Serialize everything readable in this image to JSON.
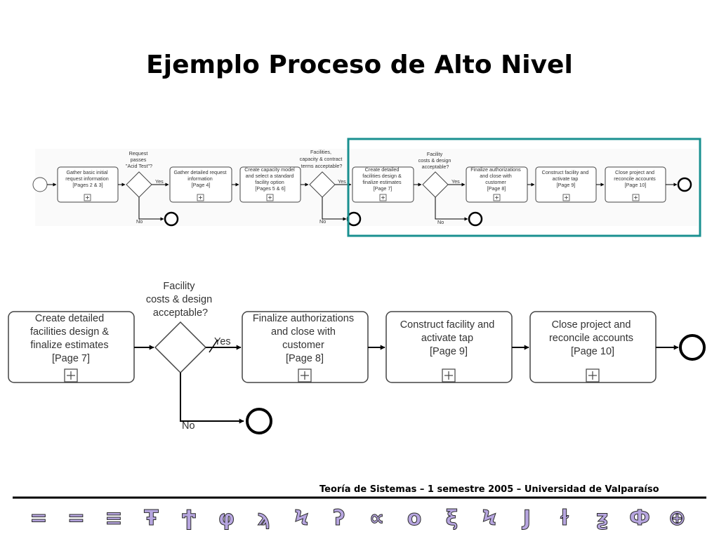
{
  "slide": {
    "title": "Ejemplo Proceso de Alto Nivel",
    "footer": "Teoría de Sistemas – 1 semestre 2005 – Universidad de Valparaíso"
  },
  "overview": {
    "tasks": [
      {
        "lines": [
          "Gather basic initial",
          "request information",
          "[Pages 2 & 3]"
        ]
      },
      {
        "lines": [
          "Gather detailed request",
          "information",
          "[Page 4]"
        ]
      },
      {
        "lines": [
          "Create capacity model",
          "and select a standard",
          "facility option",
          "[Pages 5 & 6]"
        ]
      },
      {
        "lines": [
          "Create detailed",
          "facilities design &",
          "finalize estimates",
          "[Page 7]"
        ]
      },
      {
        "lines": [
          "Finalize authorizations",
          "and close with",
          "customer",
          "[Page 8]"
        ]
      },
      {
        "lines": [
          "Construct facility and",
          "activate tap",
          "[Page 9]"
        ]
      },
      {
        "lines": [
          "Close project and",
          "reconcile accounts",
          "[Page 10]"
        ]
      }
    ],
    "gateways": [
      {
        "lines": [
          "Request",
          "passes",
          "\"Acid Test\"?"
        ],
        "yes": "Yes",
        "no": "No"
      },
      {
        "lines": [
          "Facilities,",
          "capacity & contract",
          "terms acceptable?"
        ],
        "yes": "Yes",
        "no": "No"
      },
      {
        "lines": [
          "Facility",
          "costs & design",
          "acceptable?"
        ],
        "yes": "Yes",
        "no": "No"
      }
    ]
  },
  "detail": {
    "tasks": [
      {
        "lines": [
          "Create detailed",
          "facilities design &",
          "finalize estimates",
          "[Page 7]"
        ]
      },
      {
        "lines": [
          "Finalize authorizations",
          "and close with",
          "customer",
          "[Page 8]"
        ]
      },
      {
        "lines": [
          "Construct facility and",
          "activate tap",
          "[Page 9]"
        ]
      },
      {
        "lines": [
          "Close project and",
          "reconcile accounts",
          "[Page 10]"
        ]
      }
    ],
    "gateway": {
      "lines": [
        "Facility",
        "costs & design",
        "acceptable?"
      ],
      "yes": "Yes",
      "no": "No"
    }
  },
  "colors": {
    "highlight": "#1a9090",
    "glyph_fill": "#b7a6e0",
    "glyph_stroke": "#2a2a2a"
  },
  "decor": {
    "glyphs": [
      "=",
      "=",
      "≡",
      "Ŧ",
      "Ϯ",
      "φ",
      "ϡ",
      "Ϟ",
      "ʔ",
      "∝",
      "ο",
      "ξ",
      "Ϟ",
      "Ј",
      "ɫ",
      "ƺ",
      "Ф",
      "⊕"
    ]
  }
}
